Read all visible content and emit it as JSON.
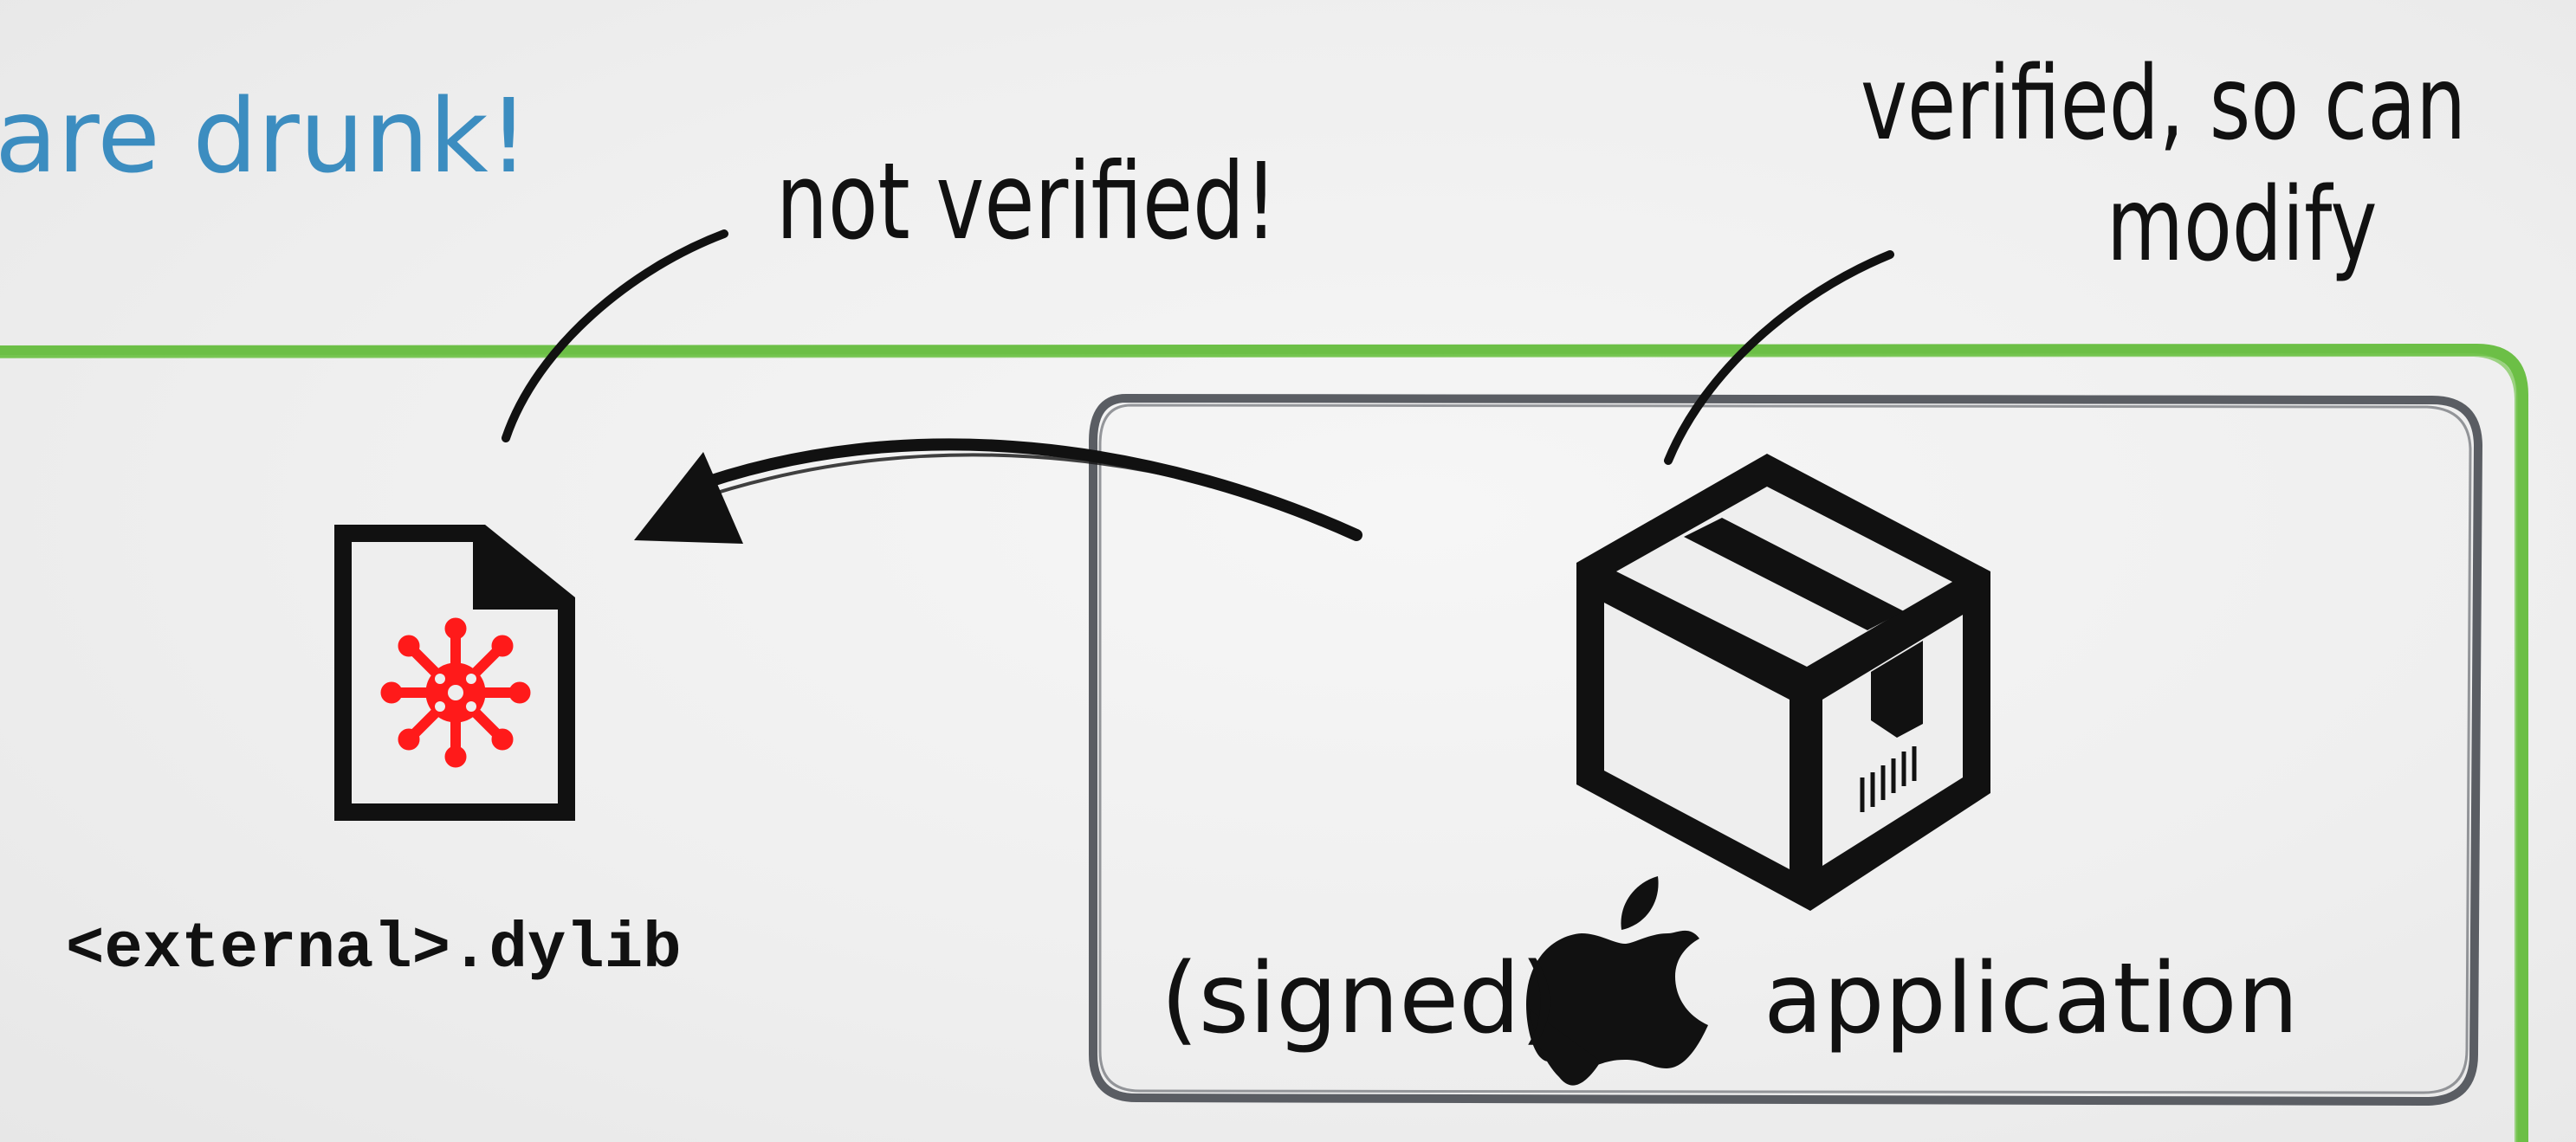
{
  "header": {
    "title_fragment": "are drunk!"
  },
  "annotations": {
    "not_verified": "not verified!",
    "verified_line1": "verified, so can",
    "verified_line2": "modify"
  },
  "nodes": {
    "external_library": {
      "label": "<external>.dylib",
      "icon": "infected-file-icon"
    },
    "application": {
      "label_prefix": "(signed)",
      "label_suffix": "application",
      "icon": "package-box-icon",
      "brand_icon": "apple-logo-icon"
    }
  },
  "colors": {
    "title": "#3c8dc0",
    "outer_box": "#6cbf46",
    "inner_box": "#5a5d63",
    "virus": "#ff1a1a",
    "ink": "#111111"
  }
}
